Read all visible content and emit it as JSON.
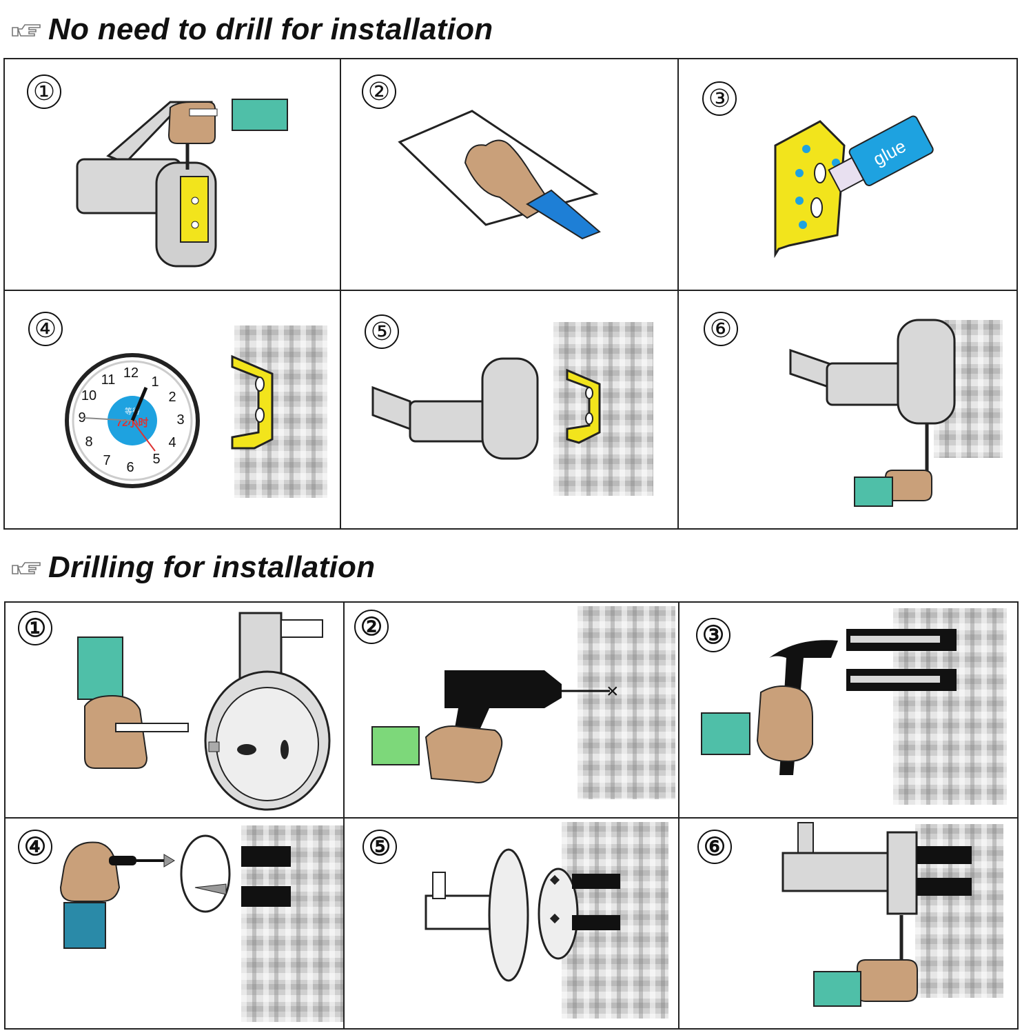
{
  "section1": {
    "title": "No need to drill for installation",
    "icon": "pointing-hand-icon"
  },
  "section2": {
    "title": "Drilling for installation",
    "icon": "pointing-hand-icon"
  },
  "steps1": [
    "①",
    "②",
    "③",
    "④",
    "⑤",
    "⑥"
  ],
  "steps2": [
    "①",
    "②",
    "③",
    "④",
    "⑤",
    "⑥"
  ],
  "glue_label": "glue",
  "clock": {
    "numbers": [
      "12",
      "1",
      "2",
      "3",
      "4",
      "5",
      "6",
      "7",
      "8",
      "9",
      "10",
      "11"
    ],
    "center_top": "等待",
    "center_main": "72小时"
  },
  "colors": {
    "teal": "#4fbfa8",
    "skin": "#c9a07a",
    "yellow": "#f2e41c",
    "blue_sleeve": "#1e7fd6",
    "green": "#7dd87a",
    "dark_teal": "#2a8aa8",
    "tube_blue": "#1ea2e0"
  }
}
